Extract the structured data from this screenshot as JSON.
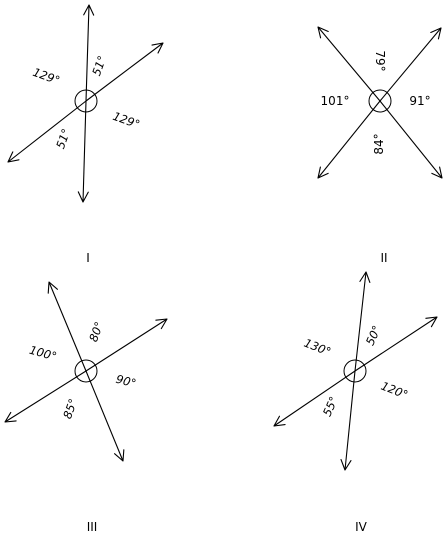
{
  "diagrams": [
    {
      "label": "I",
      "angles": [
        "129°",
        "51°",
        "51°",
        "129°"
      ]
    },
    {
      "label": "II",
      "angles": [
        "79°",
        "101°",
        "91°",
        "84°"
      ]
    },
    {
      "label": "III",
      "angles": [
        "100°",
        "80°",
        "85°",
        "90°"
      ]
    },
    {
      "label": "IV",
      "angles": [
        "130°",
        "50°",
        "55°",
        "120°"
      ]
    }
  ]
}
